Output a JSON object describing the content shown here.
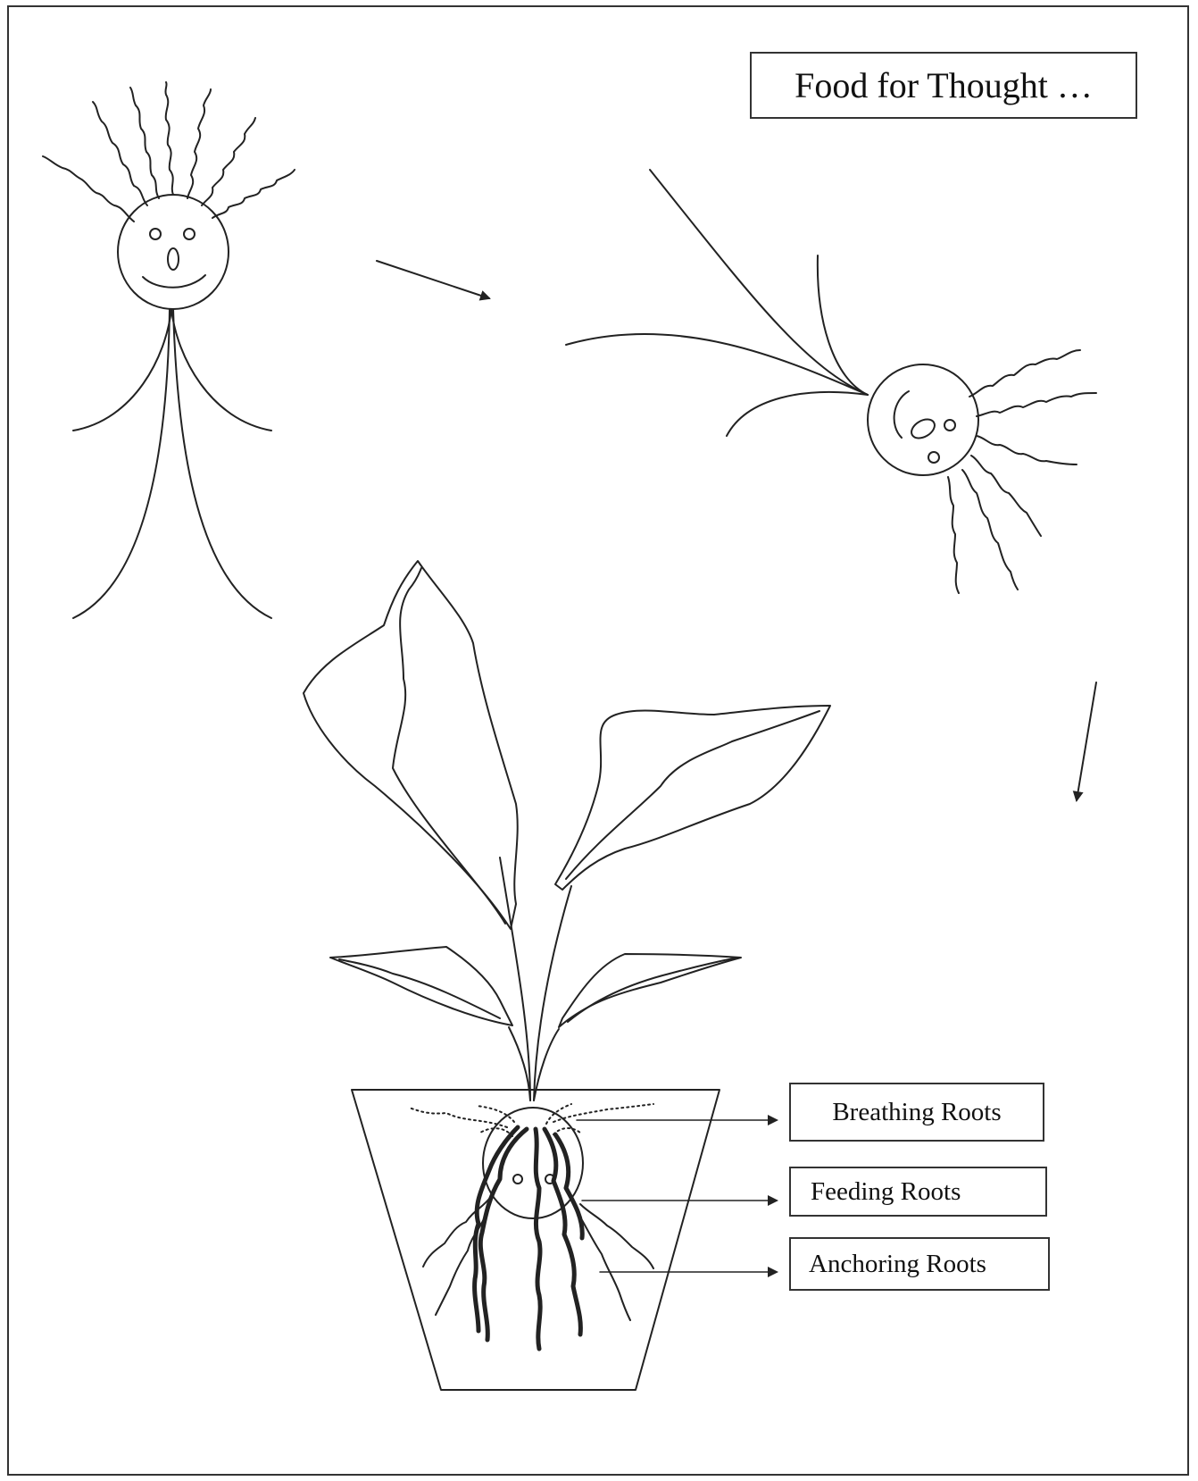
{
  "diagram": {
    "title": "Food for Thought …",
    "labels": {
      "breathing_roots": "Breathing Roots",
      "feeding_roots": "Feeding Roots",
      "anchoring_roots": "Anchoring Roots"
    }
  },
  "colors": {
    "line": "#222222",
    "border": "#333333",
    "background": "#ffffff"
  }
}
